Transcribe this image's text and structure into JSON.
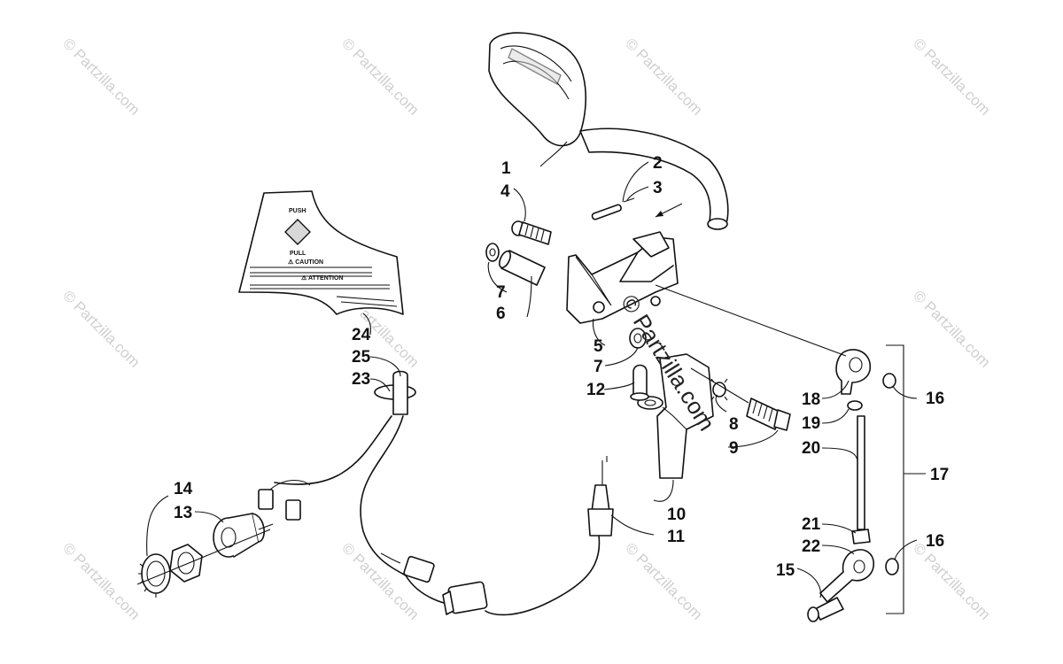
{
  "diagram": {
    "callouts": [
      "1",
      "2",
      "3",
      "4",
      "5",
      "6",
      "7",
      "7",
      "8",
      "9",
      "10",
      "11",
      "12",
      "13",
      "14",
      "15",
      "16",
      "16",
      "17",
      "18",
      "19",
      "20",
      "21",
      "22",
      "23",
      "24",
      "25"
    ],
    "watermark_small": "© Partzilla.com",
    "watermark_large": "© Partzilla.com",
    "decal": {
      "caution_heading": "⚠ CAUTION",
      "attention_heading": "⚠ ATTENTION",
      "push_label": "PUSH",
      "pull_label": "PULL"
    }
  }
}
